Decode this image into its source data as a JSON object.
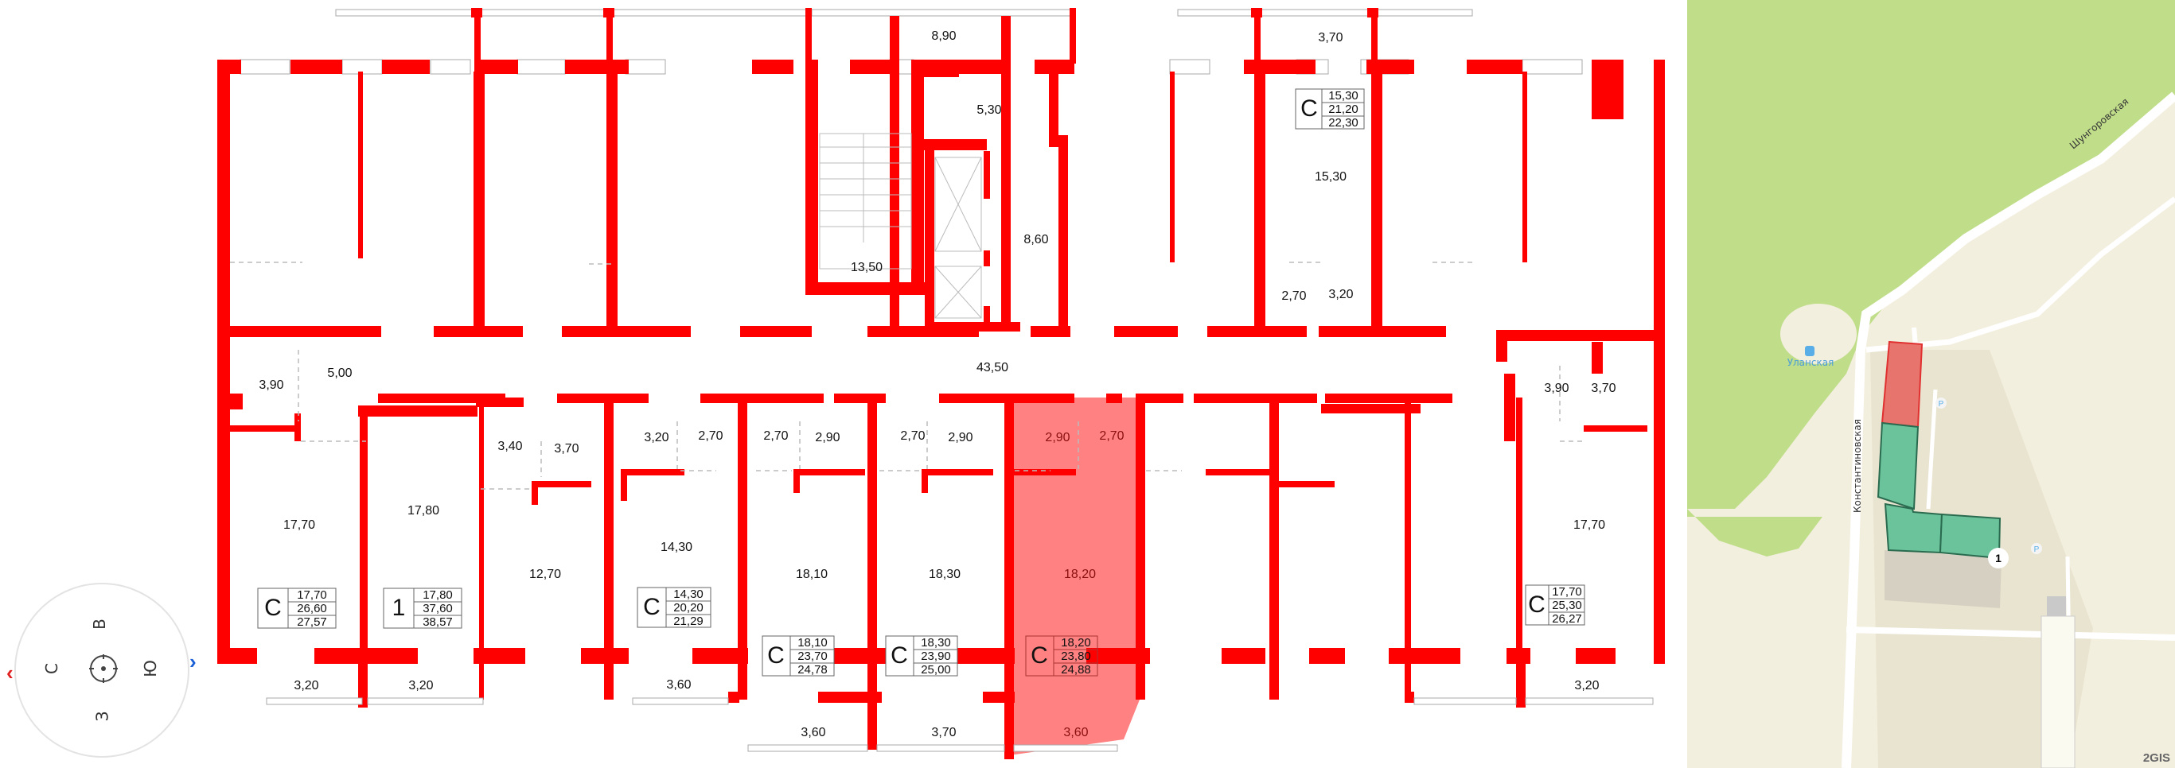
{
  "floor_plan": {
    "wall_color": "#ff0000",
    "selected_color": "#ff6b6b",
    "room_areas": {
      "balcony_top_center": "8,90",
      "vestibule_top": "5,30",
      "stairwell": "13,50",
      "elevator_hall": "8,60",
      "corridor": "43,50",
      "balcony_top_right": "3,70",
      "room_top_right": "15,30",
      "hall_top_right": "2,70",
      "bath_top_right": "3,20",
      "bath_left": "3,90",
      "hall_left": "5,00",
      "room_left": "17,70",
      "room_1k": "17,80",
      "hall_1k": "3,40",
      "bath_1k": "3,70",
      "kitchen_1k": "12,70",
      "bath_s3": "3,20",
      "hall_s3": "2,70",
      "room_s3": "14,30",
      "hall_s4": "2,70",
      "bath_s4": "2,90",
      "room_s4": "18,10",
      "hall_s5": "2,70",
      "bath_s5": "2,90",
      "room_s5": "18,30",
      "bath_s6": "2,90",
      "hall_s6": "2,70",
      "room_s6": "18,20",
      "hall_right": "3,90",
      "bath_right": "3,70",
      "room_right": "17,70",
      "balcony_b1": "3,20",
      "balcony_b2": "3,20",
      "balcony_b3": "3,60",
      "balcony_b4": "3,60",
      "balcony_b5": "3,70",
      "balcony_b6": "3,60",
      "balcony_b7": "3,20"
    },
    "apartments": [
      {
        "id": "apt-left-studio",
        "type": "С",
        "living": "17,70",
        "total": "26,60",
        "total_with_balcony": "27,57",
        "selected": false
      },
      {
        "id": "apt-1room",
        "type": "1",
        "living": "17,80",
        "total": "37,60",
        "total_with_balcony": "38,57",
        "selected": false
      },
      {
        "id": "apt-studio-3",
        "type": "С",
        "living": "14,30",
        "total": "20,20",
        "total_with_balcony": "21,29",
        "selected": false
      },
      {
        "id": "apt-studio-4",
        "type": "С",
        "living": "18,10",
        "total": "23,70",
        "total_with_balcony": "24,78",
        "selected": false
      },
      {
        "id": "apt-studio-5",
        "type": "С",
        "living": "18,30",
        "total": "23,90",
        "total_with_balcony": "25,00",
        "selected": false
      },
      {
        "id": "apt-studio-6",
        "type": "С",
        "living": "18,20",
        "total": "23,80",
        "total_with_balcony": "24,88",
        "selected": true
      },
      {
        "id": "apt-right-studio",
        "type": "С",
        "living": "17,70",
        "total": "25,30",
        "total_with_balcony": "26,27",
        "selected": false
      },
      {
        "id": "apt-top-right-studio",
        "type": "С",
        "living": "15,30",
        "total": "21,20",
        "total_with_balcony": "22,30",
        "selected": false
      }
    ]
  },
  "compass": {
    "north": "С",
    "east": "В",
    "south": "Ю",
    "west": "З",
    "prev_icon": "‹",
    "next_icon": "›"
  },
  "map": {
    "street_1": "Шунгоровская",
    "street_2": "Константиновская",
    "bus_stop": "Уланская",
    "building_marker": "1",
    "parking_label": "P",
    "brand": "2GIS",
    "colors": {
      "park": "#c0dd8a",
      "ground": "#f3efdf",
      "yard": "#e9e4d0",
      "road": "#ffffff",
      "selected_section": "#e8756d",
      "other_sections": "#6ac39a",
      "bus_icon": "#5aaee8"
    }
  }
}
